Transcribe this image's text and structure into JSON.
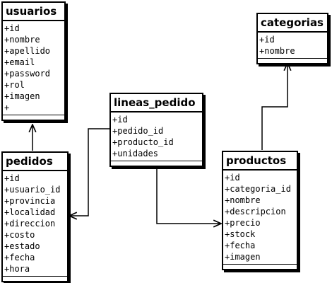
{
  "entities": {
    "usuarios": {
      "title": "usuarios",
      "attributes": [
        "+id",
        "+nombre",
        "+apellido",
        "+email",
        "+password",
        "+rol",
        "+imagen",
        "+"
      ]
    },
    "categorias": {
      "title": "categorias",
      "attributes": [
        "+id",
        "+nombre"
      ]
    },
    "lineas_pedido": {
      "title": "lineas_pedido",
      "attributes": [
        "+id",
        "+pedido_id",
        "+producto_id",
        "+unidades"
      ]
    },
    "pedidos": {
      "title": "pedidos",
      "attributes": [
        "+id",
        "+usuario_id",
        "+provincia",
        "+localidad",
        "+direccion",
        "+costo",
        "+estado",
        "+fecha",
        "+hora"
      ]
    },
    "productos": {
      "title": "productos",
      "attributes": [
        "+id",
        "+categoria_id",
        "+nombre",
        "+descripcion",
        "+precio",
        "+stock",
        "+fecha",
        "+imagen"
      ]
    }
  },
  "relationships": [
    {
      "from": "pedidos",
      "to": "usuarios"
    },
    {
      "from": "lineas_pedido",
      "to": "pedidos"
    },
    {
      "from": "lineas_pedido",
      "to": "productos"
    },
    {
      "from": "productos",
      "to": "categorias"
    }
  ]
}
